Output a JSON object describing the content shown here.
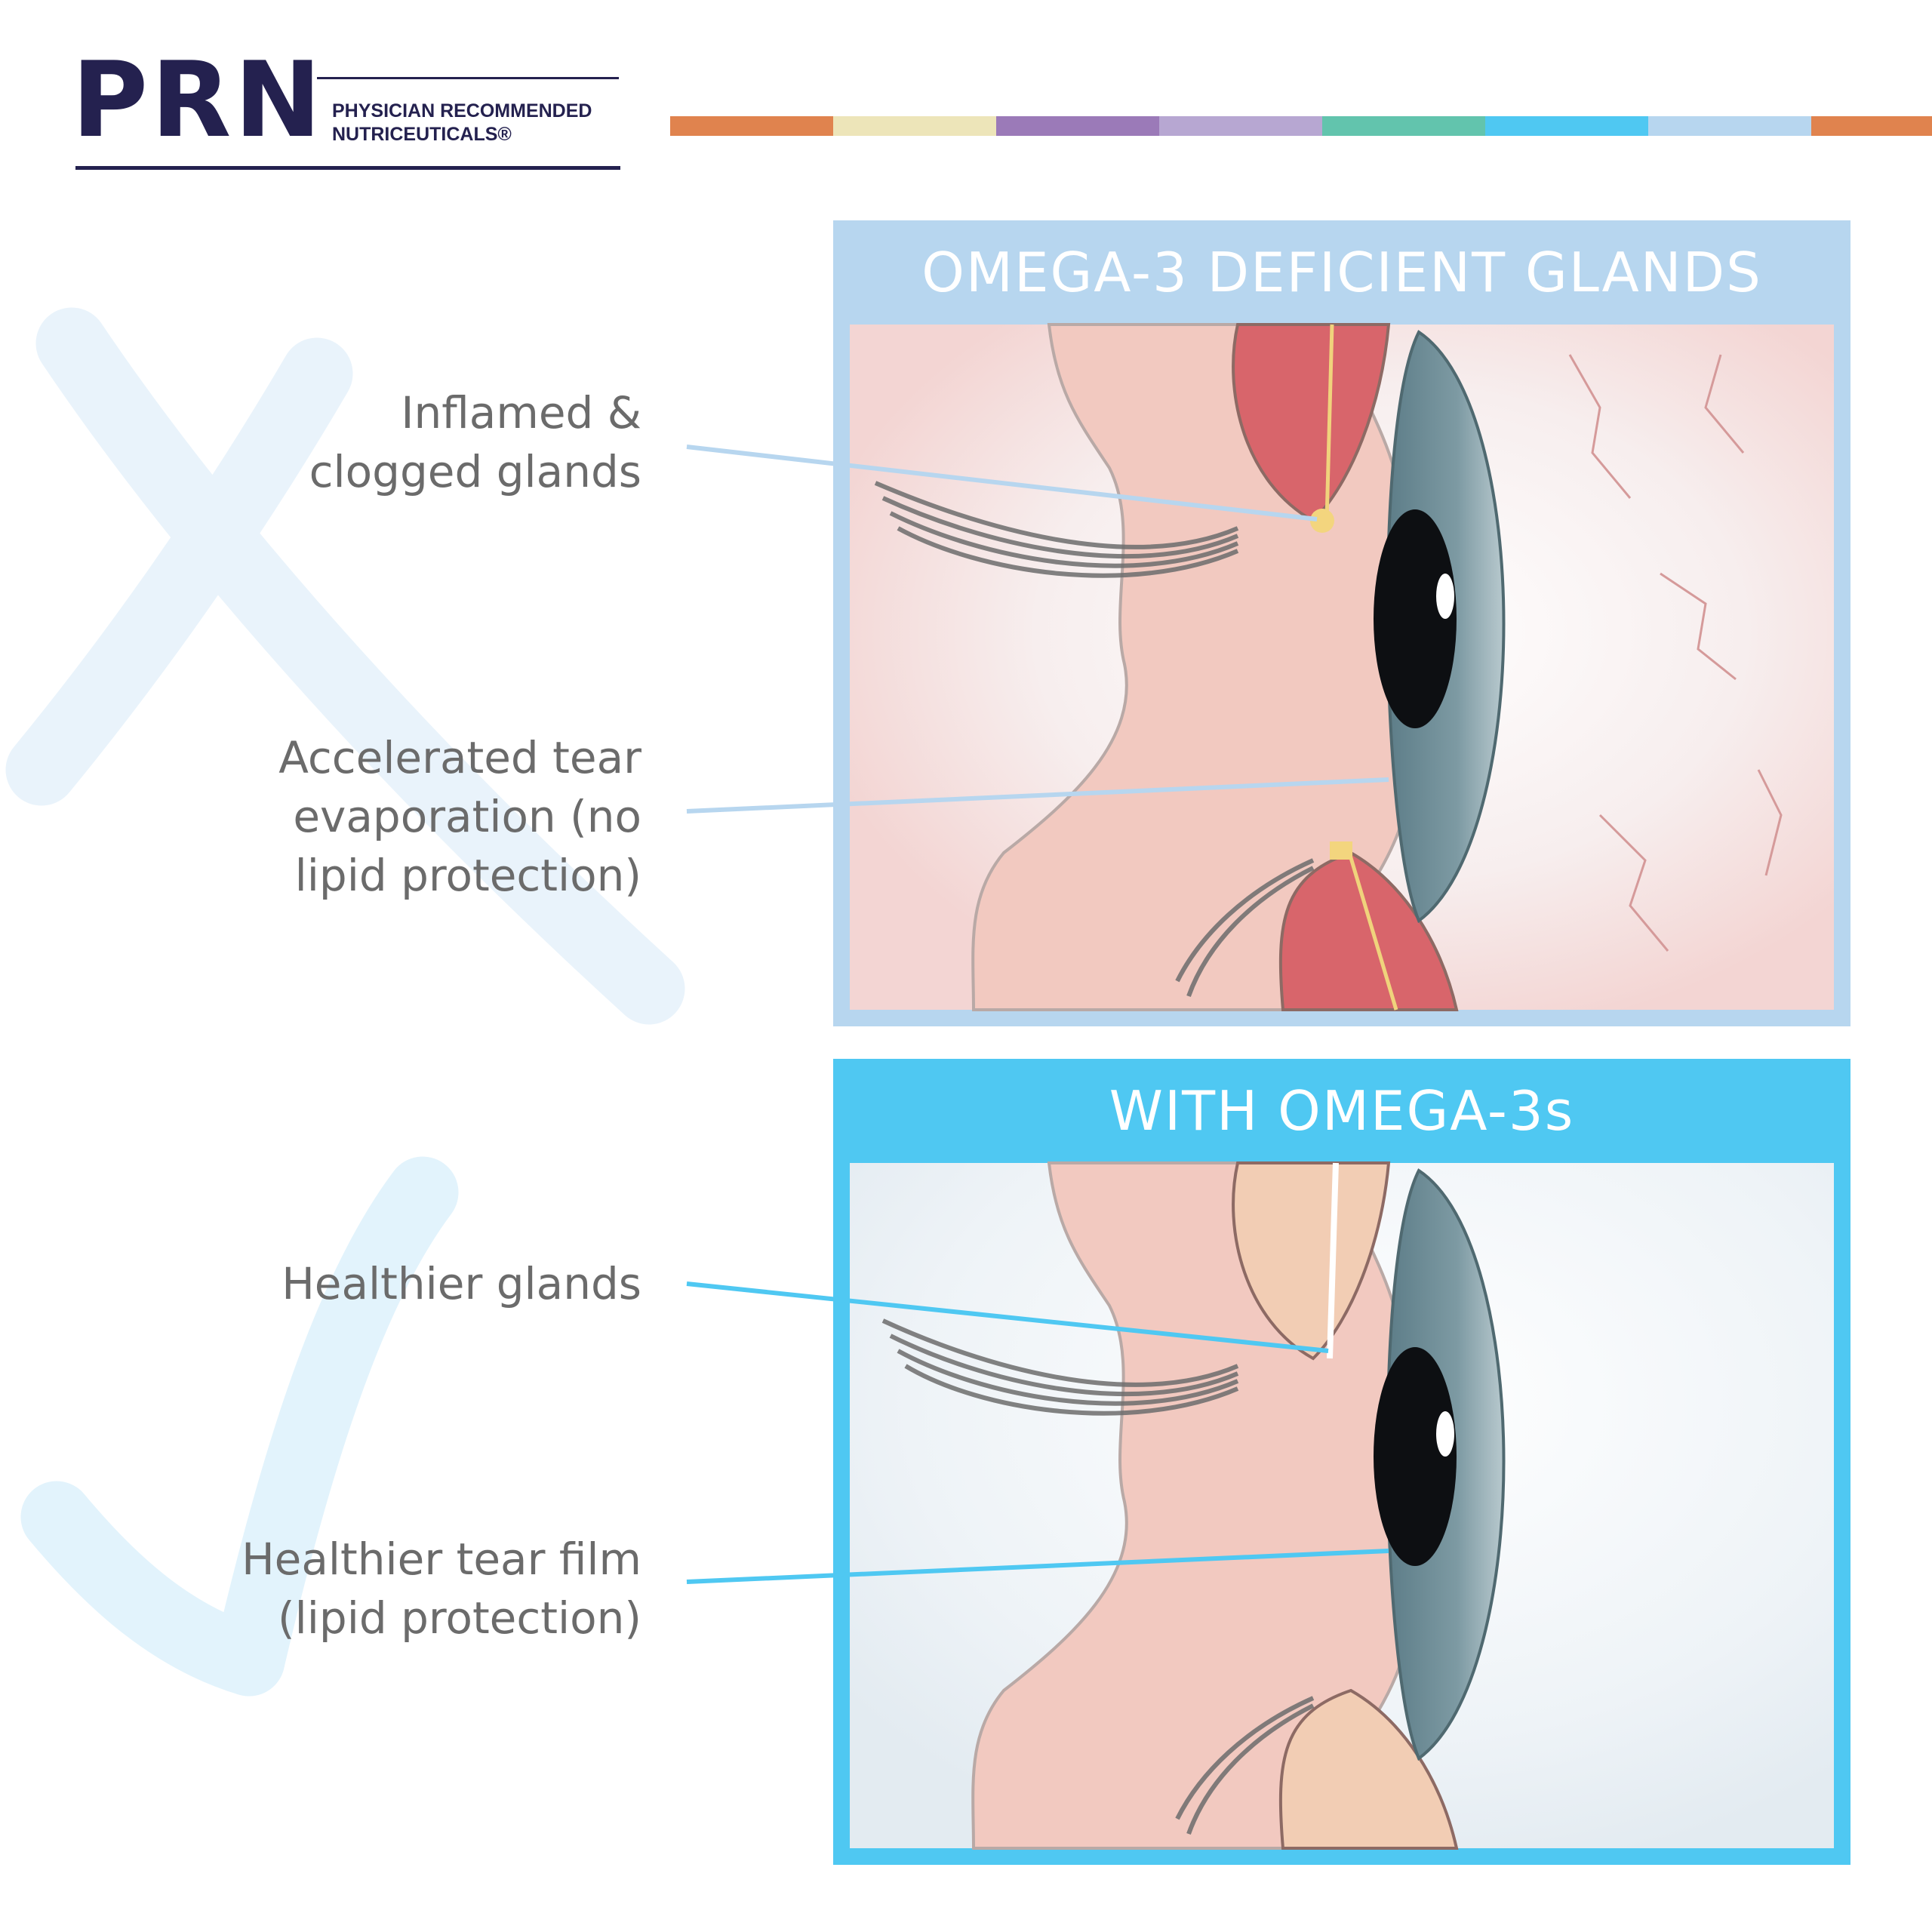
{
  "logo": {
    "brand": "PRN",
    "line1": "PHYSICIAN RECOMMENDED",
    "line2": "NUTRICEUTICALS®"
  },
  "strip_colors": [
    "#e0834e",
    "#ede5b9",
    "#9b7ab8",
    "#b7a7d2",
    "#62c4ad",
    "#4fc8f2",
    "#b7d6ef",
    "#e0834e"
  ],
  "panels": {
    "deficient": {
      "title": "OMEGA-3 DEFICIENT GLANDS",
      "color": "#b7d6ef",
      "labels": {
        "glands": [
          "Inflamed &",
          "clogged glands"
        ],
        "evaporation": [
          "Accelerated tear",
          "evaporation (no",
          "lipid protection)"
        ]
      }
    },
    "healthy": {
      "title": "WITH OMEGA-3s",
      "color": "#4fc8f2",
      "labels": {
        "glands": [
          "Healthier glands"
        ],
        "film": [
          "Healthier tear film",
          "(lipid protection)"
        ]
      }
    }
  }
}
